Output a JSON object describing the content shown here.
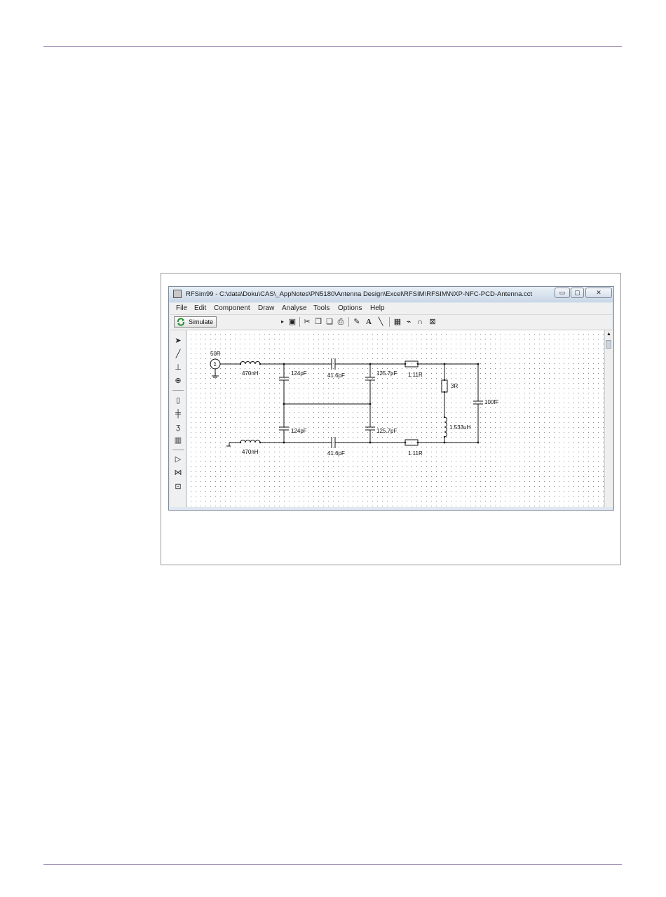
{
  "window": {
    "title": "RFSim99 - C:\\data\\Doku\\CAS\\_AppNotes\\PN5180\\Antenna Design\\Excel\\RFSIM\\RFSIM\\NXP-NFC-PCD-Antenna.cct",
    "minimize": "▭",
    "maximize": "▢",
    "close": "✕"
  },
  "menu": [
    "File",
    "Edit",
    "Component",
    "Draw",
    "Analyse",
    "Tools",
    "Options",
    "Help"
  ],
  "toolbar": {
    "simulate_label": "Simulate",
    "icons": [
      "dropdown-arrow-icon",
      "save-icon",
      "cut-icon",
      "copy-icon",
      "paste-icon",
      "print-icon",
      "wand-icon",
      "text-icon",
      "probe-icon",
      "calculator-icon",
      "antenna-icon",
      "coil-icon",
      "smith-chart-icon"
    ]
  },
  "palette": [
    "pointer-icon",
    "wire-icon",
    "ground-icon",
    "port-icon",
    "resistor-icon",
    "capacitor-icon",
    "inductor-icon",
    "transmission-line-icon",
    "amplifier-icon",
    "transformer-icon",
    "source-icon"
  ],
  "schematic": {
    "source": "50R",
    "source_symbol": "1",
    "labels": {
      "l_top": "470nH",
      "l_bottom": "470nH",
      "c_shunt1_top": "124pF",
      "c_shunt1_bottom": "124pF",
      "c_series_top": "41.6pF",
      "c_series_bottom": "41.6pF",
      "c_shunt2_top": "125.7pF",
      "c_shunt2_bottom": "125.7pF",
      "r_top": "1.11R",
      "r_bottom": "1.11R",
      "r_antenna": "3R",
      "l_antenna": "1.533uH",
      "c_antenna": "100fF"
    }
  }
}
